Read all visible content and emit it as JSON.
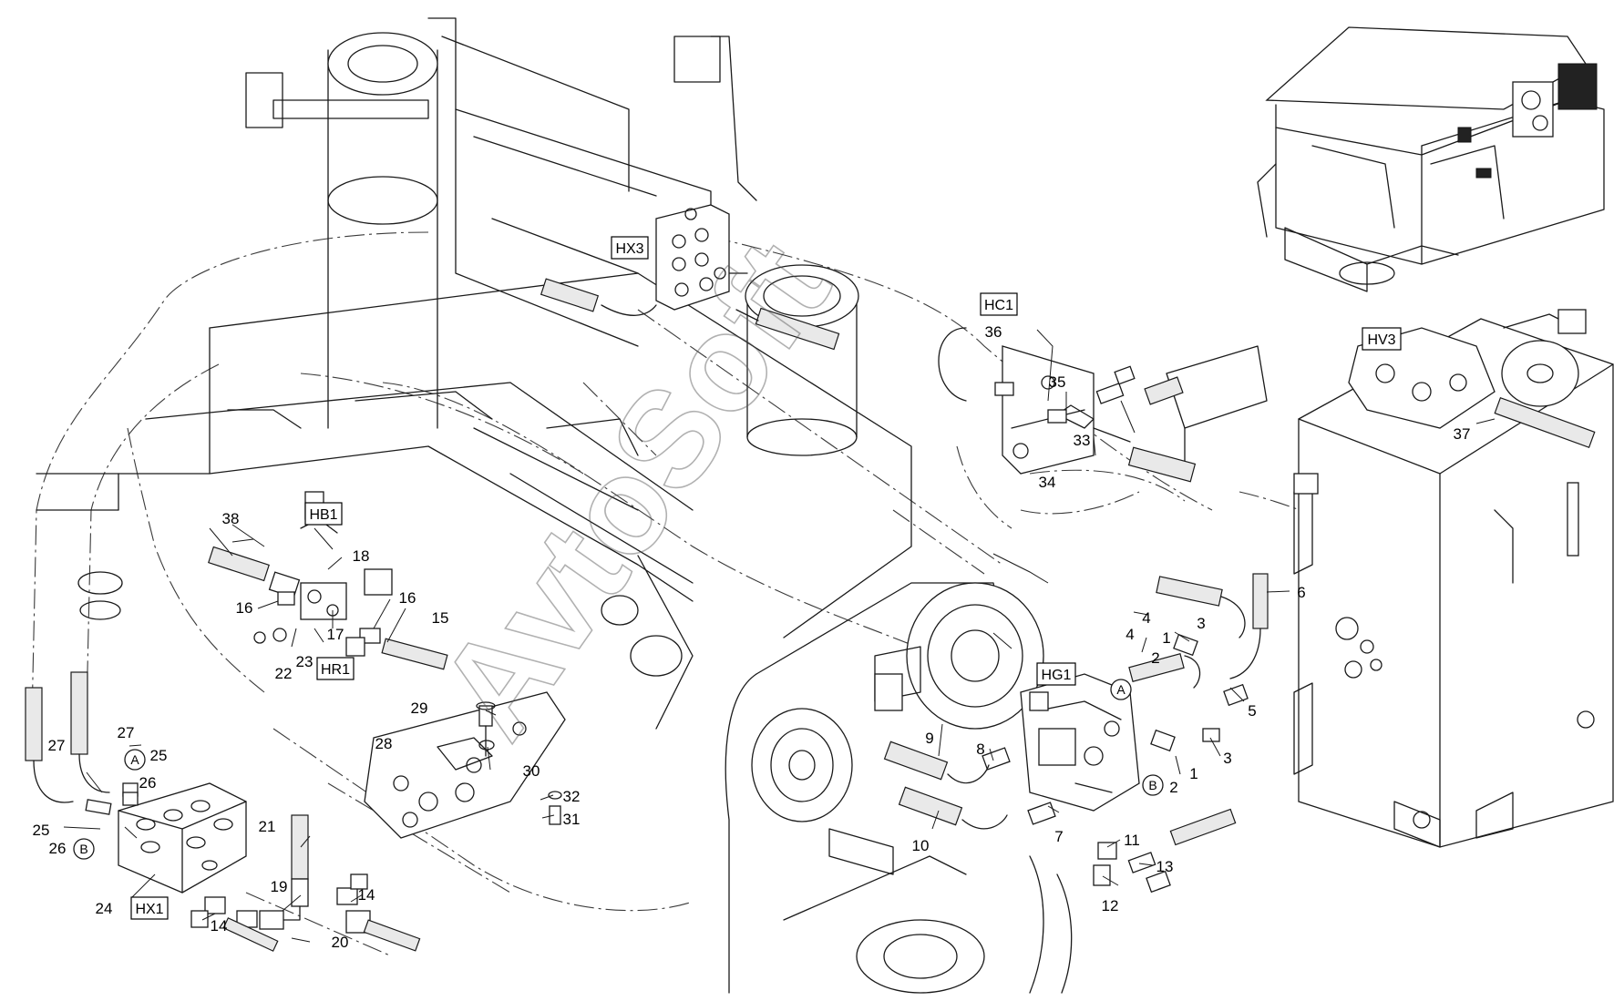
{
  "watermark": "AvtoSoft",
  "codes": {
    "hx3": "HX3",
    "hc1": "HC1",
    "hv3": "HV3",
    "hb1": "HB1",
    "hr1": "HR1",
    "hg1": "HG1",
    "hx1": "HX1"
  },
  "port_markers": {
    "a_hg1": "A",
    "b_hg1": "B",
    "a_hx1": "A",
    "b_hx1": "B"
  },
  "callouts": {
    "n1a": "1",
    "n1b": "1",
    "n2a": "2",
    "n2b": "2",
    "n3a": "3",
    "n3b": "3",
    "n4a": "4",
    "n4b": "4",
    "n5": "5",
    "n6": "6",
    "n7": "7",
    "n8": "8",
    "n9": "9",
    "n10": "10",
    "n11": "11",
    "n12": "12",
    "n13": "13",
    "n14a": "14",
    "n14b": "14",
    "n15": "15",
    "n16a": "16",
    "n16b": "16",
    "n17": "17",
    "n18": "18",
    "n19": "19",
    "n20": "20",
    "n21": "21",
    "n22": "22",
    "n23": "23",
    "n24": "24",
    "n25a": "25",
    "n25b": "25",
    "n26a": "26",
    "n26b": "26",
    "n27a": "27",
    "n27b": "27",
    "n28": "28",
    "n29": "29",
    "n30": "30",
    "n31": "31",
    "n32": "32",
    "n33": "33",
    "n34": "34",
    "n35": "35",
    "n36": "36",
    "n37": "37",
    "n38": "38"
  }
}
